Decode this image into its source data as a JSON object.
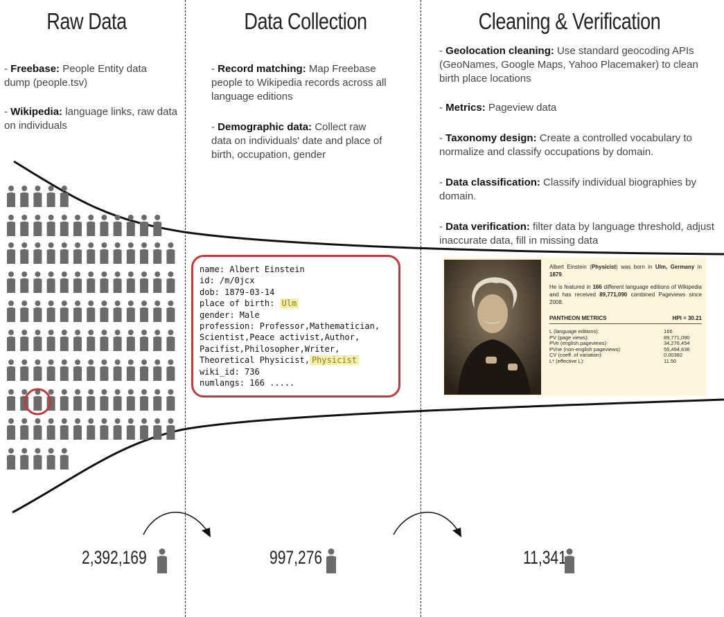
{
  "columns": [
    {
      "title": "Raw Data"
    },
    {
      "title": "Data Collection"
    },
    {
      "title": "Cleaning & Verification"
    }
  ],
  "raw_data": {
    "items": [
      {
        "bold": "Freebase:",
        "text": " People Entity data dump (people.tsv)"
      },
      {
        "bold": "Wikipedia:",
        "text": " language links, raw data on individuals"
      }
    ],
    "people_rows": [
      5,
      12,
      13,
      13,
      13,
      13,
      13,
      13,
      13,
      5
    ],
    "highlighted_person": {
      "row": 7,
      "col": 2
    },
    "count": "2,392,169"
  },
  "data_collection": {
    "items": [
      {
        "bold": "Record matching:",
        "text": " Map Freebase people to Wikipedia records across all language editions"
      },
      {
        "bold": "Demographic data:",
        "text": " Collect raw data on individuals' date and place of birth, occupation, gender"
      }
    ],
    "record": {
      "name": "name: Albert Einstein",
      "id": "id: /m/0jcx",
      "dob": "dob: 1879-03-14",
      "pob_label": "place of birth: ",
      "pob_value": "Ulm",
      "gender": "gender: Male",
      "prof1": "profession: Professor,Mathematician,",
      "prof2": "Scientist,Peace activist,Author,",
      "prof3": "Pacifist,Philosopher,Writer,",
      "prof4": "Theoretical Physicist,",
      "prof_highlight": "Physicist",
      "wiki_id": "wiki_id: 736",
      "numlangs": "numlangs: 166 ....."
    },
    "count": "997,276"
  },
  "cleaning": {
    "items": [
      {
        "bold": "Geolocation cleaning:",
        "text": " Use standard geocoding APIs (GeoNames, Google Maps, Yahoo Placemaker) to clean birth place locations"
      },
      {
        "bold": "Metrics:",
        "text": " Pageview data"
      },
      {
        "bold": "Taxonomy design:",
        "text": " Create a controlled vocabulary to normalize and classify occupations by domain."
      },
      {
        "bold": "Data classification:",
        "text": " Classify individual biographies by domain."
      },
      {
        "bold": "Data verification:",
        "text": "  filter data by language threshold, adjust inaccurate data, fill in missing data"
      }
    ],
    "card": {
      "p1_a": "Albert Einstein (",
      "p1_b": "Physicist",
      "p1_c": ") was born in ",
      "p1_d": "Ulm, Germany",
      "p1_e": " in ",
      "p1_f": "1879",
      "p1_g": ".",
      "p2_a": "He is featured in ",
      "p2_b": "166",
      "p2_c": " different language editions of Wikipedia and has received ",
      "p2_d": "89,771,090",
      "p2_e": " combined Pageviews since 2008.",
      "metrics_title": "PANTHEON METRICS",
      "hpi": "HPI = 30.21",
      "metrics": [
        {
          "label": "L (language editions):",
          "value": "166"
        },
        {
          "label": "PV (page views):",
          "value": "89,771,090"
        },
        {
          "label": "PVe (english pageviews):",
          "value": "34,276,454"
        },
        {
          "label": "PVne (non-english pageviews):",
          "value": "55,494,636"
        },
        {
          "label": "CV (coeff. of variation):",
          "value": "0.00382"
        },
        {
          "label": "L* (effective L):",
          "value": "11.50"
        }
      ]
    },
    "count": "11,341"
  },
  "colors": {
    "person": "#6b6b6b",
    "highlight_ring": "#c0393b",
    "accent_text": "#111111"
  }
}
